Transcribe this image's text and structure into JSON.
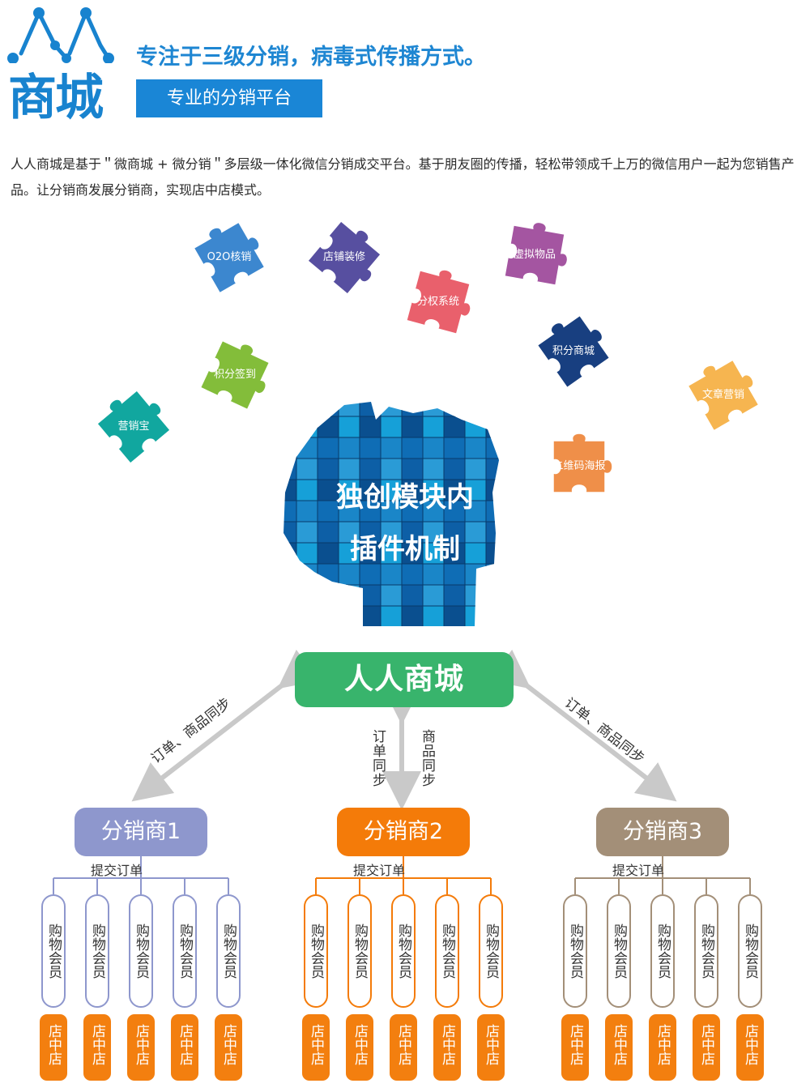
{
  "logo": {
    "text": "商城",
    "color": "#1883cf"
  },
  "headline": "专注于三级分销，病毒式传播方式。",
  "tag": "专业的分销平台",
  "intro": "人人商城是基于＂微商城 + 微分销＂多层级一体化微信分销成交平台。基于朋友圈的传播，轻松带领成千上万的微信用户一起为您销售产品。让分销商发展分销商，实现店中店模式。",
  "plugins": [
    {
      "label": "O2O核销",
      "color": "#3c87cf"
    },
    {
      "label": "店铺装修",
      "color": "#574fa0"
    },
    {
      "label": "分权系统",
      "color": "#e9606c"
    },
    {
      "label": "虚拟物品",
      "color": "#a455a1"
    },
    {
      "label": "积分签到",
      "color": "#83bd3a"
    },
    {
      "label": "积分商城",
      "color": "#183f80"
    },
    {
      "label": "文章营销",
      "color": "#f6b550"
    },
    {
      "label": "营销宝",
      "color": "#11a79f"
    },
    {
      "label": "二维码海报",
      "color": "#ef8f49"
    }
  ],
  "head": {
    "line1": "独创模块内",
    "line2": "插件机制"
  },
  "hub": {
    "label": "人人商城",
    "color": "#38b46c"
  },
  "sync": {
    "left": "订单、商品同步",
    "right": "订单、商品同步",
    "middle_left": "订单同步",
    "middle_right": "商品同步"
  },
  "distributors": [
    {
      "label": "分销商1",
      "color": "#8e97cd",
      "submit": "提交订单"
    },
    {
      "label": "分销商2",
      "color": "#f47b09",
      "submit": "提交订单"
    },
    {
      "label": "分销商3",
      "color": "#a38f78",
      "submit": "提交订单"
    }
  ],
  "member_label": "购物会员",
  "store_label": "店中店",
  "store_color": "#f37f0f"
}
